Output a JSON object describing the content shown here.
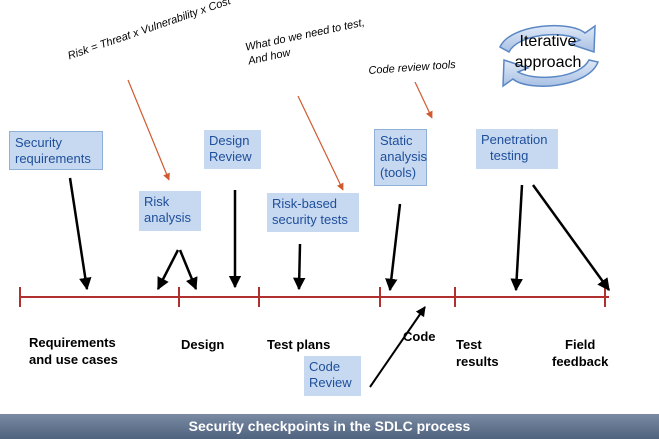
{
  "checkpoints": [
    "Security requirements",
    "Risk analysis",
    "Design Review",
    "Risk-based security tests",
    "Static analysis (tools)",
    "Penetration testing",
    "Code Review"
  ],
  "checkpoint_lines": {
    "security_requirements": [
      "Security",
      "requirements"
    ],
    "risk_analysis": [
      "Risk",
      "analysis"
    ],
    "design_review": [
      "Design",
      "Review"
    ],
    "risk_based_tests": [
      "Risk-based",
      "security tests"
    ],
    "static_analysis": [
      "Static",
      "analysis",
      "(tools)"
    ],
    "penetration_testing": [
      "Penetration",
      "testing"
    ],
    "code_review": [
      "Code",
      "Review"
    ]
  },
  "phases": {
    "requirements": [
      "Requirements",
      "and use cases"
    ],
    "design": [
      "Design"
    ],
    "test_plans": [
      "Test plans"
    ],
    "code": [
      "Code"
    ],
    "test_results": [
      "Test",
      "results"
    ],
    "field_feedback": [
      "Field",
      "feedback"
    ]
  },
  "annotations": {
    "risk_formula": "Risk = Threat x Vulnerability x Cost",
    "test_question": [
      "What do we  need to test,",
      "And how"
    ],
    "code_review_tools": "Code review tools"
  },
  "iterative": [
    "Iterative",
    "approach"
  ],
  "caption": "Security checkpoints in the SDLC process",
  "colors": {
    "timeline": "#b03030",
    "box_fill": "#c6d9f1",
    "box_text": "#1f4e9a",
    "annotation_arrow": "#d05a30",
    "cycle_arrow": "#5b88c4",
    "footer_bg": "#5a6d8a"
  }
}
